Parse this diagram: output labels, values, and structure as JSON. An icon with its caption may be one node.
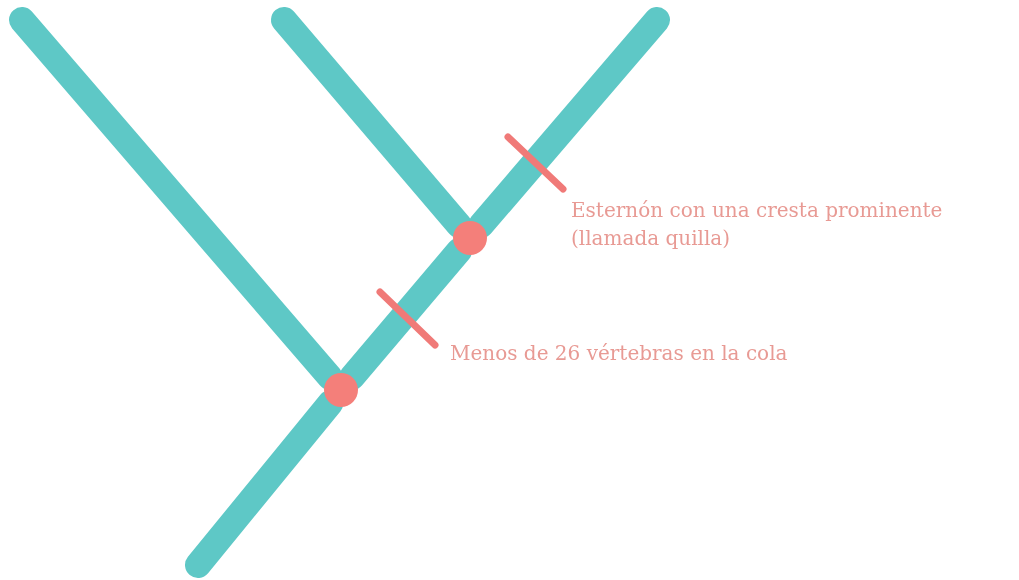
{
  "diagram": {
    "nodes": [
      {
        "text": [],
        "shape": "circle"
      },
      {
        "text": [],
        "shape": "circle"
      }
    ],
    "edges": [
      {
        "from": null,
        "to": 0,
        "arrow": "none"
      },
      {
        "from": 0,
        "to": null,
        "arrow": "none"
      },
      {
        "from": 0,
        "to": 1,
        "arrow": "none"
      },
      {
        "from": 1,
        "to": null,
        "arrow": "none"
      },
      {
        "from": 1,
        "to": null,
        "arrow": "none"
      }
    ],
    "labels": [
      "Esternón con una cresta prominente (llamada quilla)",
      "Menos de 26 vértebras en la cola"
    ]
  }
}
